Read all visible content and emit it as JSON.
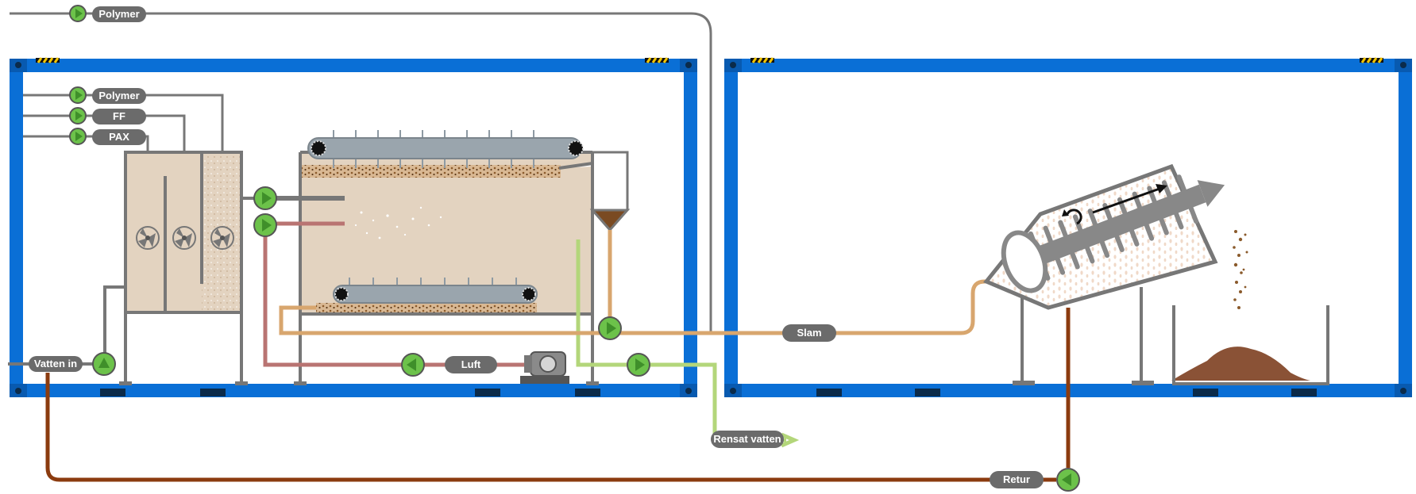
{
  "labels": {
    "polymer_top": "Polymer",
    "polymer": "Polymer",
    "ff": "FF",
    "pax": "PAX",
    "vatten_in": "Vatten in",
    "luft": "Luft",
    "slam": "Slam",
    "rensat_vatten": "Rensat vatten",
    "retur": "Retur"
  },
  "colors": {
    "container_blue": "#0a6fd6",
    "steel_grey": "#777777",
    "water_tan": "#e3d3c0",
    "sludge_pipe": "#d8a66e",
    "air_pipe": "#b97472",
    "clean_water_pipe": "#b3d67a",
    "return_pipe": "#8b3b0f",
    "pump_green": "#6cc24a",
    "label_grey": "#6b6b6b"
  }
}
